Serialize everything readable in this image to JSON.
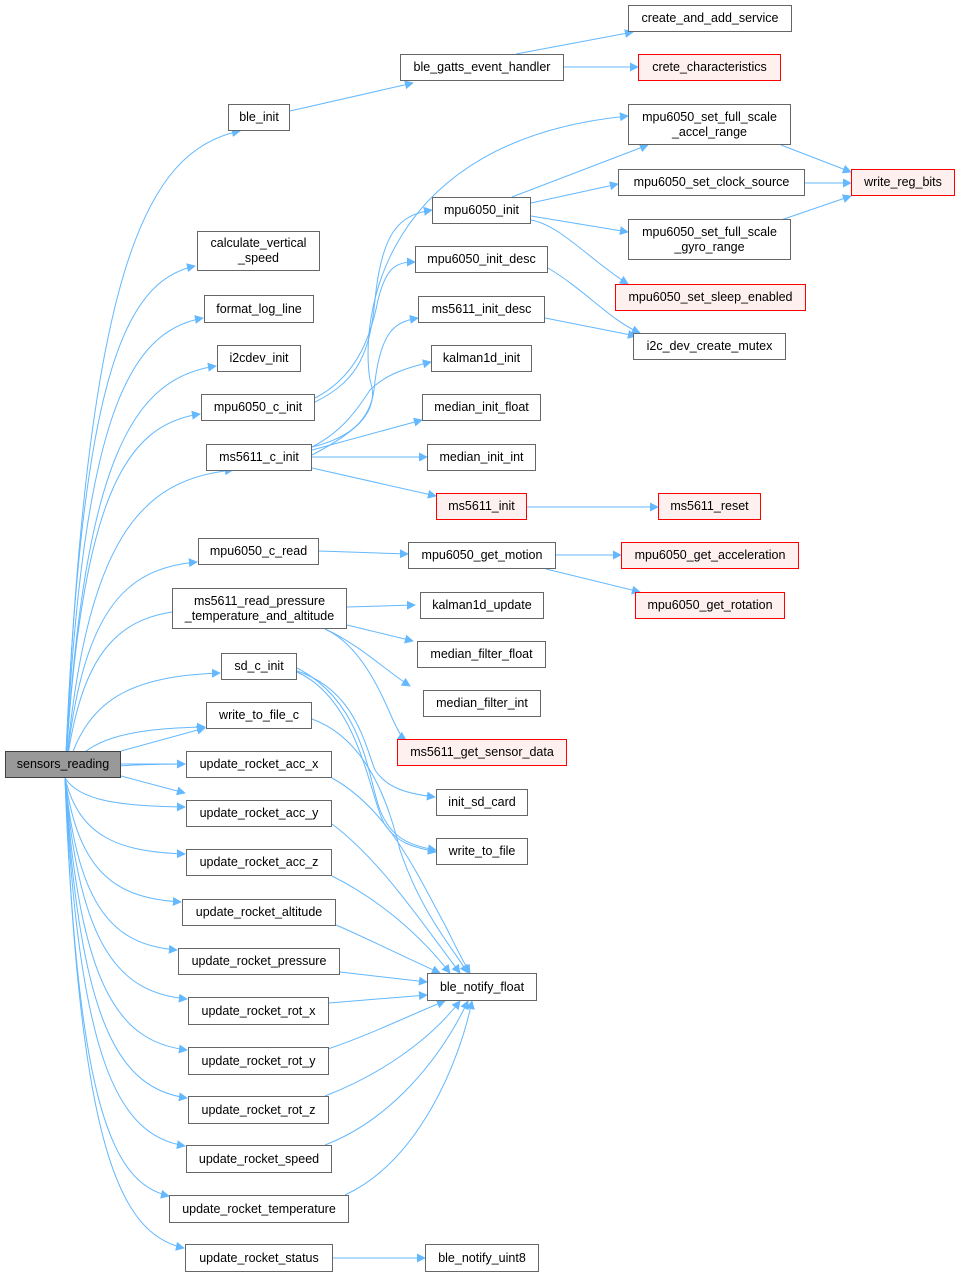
{
  "colors": {
    "edge": "#63b8ff",
    "node_border": "#666666",
    "root_fill": "#999999",
    "red_border": "#ff0000",
    "red_fill": "#fff0f0"
  },
  "nodes": {
    "sensors_reading": "sensors_reading",
    "ble_init": "ble_init",
    "ble_gatts_event_handler": "ble_gatts_event_handler",
    "create_and_add_service": "create_and_add_service",
    "crete_characteristics": "crete_characteristics",
    "calculate_vertical_speed": "calculate_vertical\n_speed",
    "format_log_line": "format_log_line",
    "i2cdev_init": "i2cdev_init",
    "mpu6050_c_init": "mpu6050_c_init",
    "ms5611_c_init": "ms5611_c_init",
    "mpu6050_set_full_scale_accel_range": "mpu6050_set_full_scale\n_accel_range",
    "mpu6050_init": "mpu6050_init",
    "mpu6050_set_clock_source": "mpu6050_set_clock_source",
    "write_reg_bits": "write_reg_bits",
    "mpu6050_set_full_scale_gyro_range": "mpu6050_set_full_scale\n_gyro_range",
    "mpu6050_init_desc": "mpu6050_init_desc",
    "mpu6050_set_sleep_enabled": "mpu6050_set_sleep_enabled",
    "ms5611_init_desc": "ms5611_init_desc",
    "i2c_dev_create_mutex": "i2c_dev_create_mutex",
    "kalman1d_init": "kalman1d_init",
    "median_init_float": "median_init_float",
    "median_init_int": "median_init_int",
    "ms5611_init": "ms5611_init",
    "ms5611_reset": "ms5611_reset",
    "mpu6050_c_read": "mpu6050_c_read",
    "mpu6050_get_motion": "mpu6050_get_motion",
    "mpu6050_get_acceleration": "mpu6050_get_acceleration",
    "mpu6050_get_rotation": "mpu6050_get_rotation",
    "ms5611_read_pressure_temperature_and_altitude": "ms5611_read_pressure\n_temperature_and_altitude",
    "kalman1d_update": "kalman1d_update",
    "median_filter_float": "median_filter_float",
    "sd_c_init": "sd_c_init",
    "median_filter_int": "median_filter_int",
    "write_to_file_c": "write_to_file_c",
    "ms5611_get_sensor_data": "ms5611_get_sensor_data",
    "update_rocket_acc_x": "update_rocket_acc_x",
    "init_sd_card": "init_sd_card",
    "update_rocket_acc_y": "update_rocket_acc_y",
    "write_to_file": "write_to_file",
    "update_rocket_acc_z": "update_rocket_acc_z",
    "update_rocket_altitude": "update_rocket_altitude",
    "update_rocket_pressure": "update_rocket_pressure",
    "ble_notify_float": "ble_notify_float",
    "update_rocket_rot_x": "update_rocket_rot_x",
    "update_rocket_rot_y": "update_rocket_rot_y",
    "update_rocket_rot_z": "update_rocket_rot_z",
    "update_rocket_speed": "update_rocket_speed",
    "update_rocket_temperature": "update_rocket_temperature",
    "update_rocket_status": "update_rocket_status",
    "ble_notify_uint8": "ble_notify_uint8"
  }
}
